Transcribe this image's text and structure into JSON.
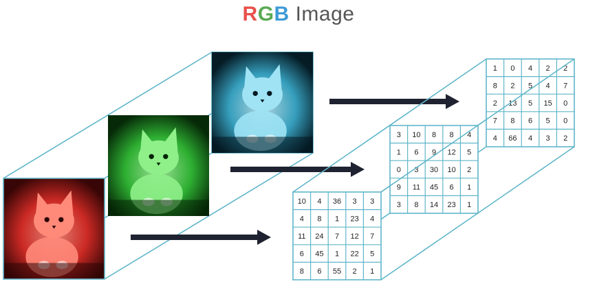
{
  "title": {
    "r": "R",
    "g": "G",
    "b": "B",
    "rest": "Image"
  },
  "colors": {
    "red_channel": "#e8302a",
    "green_channel": "#35c83a",
    "blue_channel": "#3fb7d9",
    "frame_line": "#5fb6c9",
    "arrow": "#1f2230"
  },
  "matrices": {
    "red": [
      [
        "10",
        "4",
        "36",
        "3",
        "3"
      ],
      [
        "4",
        "8",
        "1",
        "23",
        "4"
      ],
      [
        "11",
        "24",
        "7",
        "12",
        "7"
      ],
      [
        "6",
        "45",
        "1",
        "22",
        "5"
      ],
      [
        "8",
        "6",
        "55",
        "2",
        "1"
      ]
    ],
    "green": [
      [
        "3",
        "10",
        "8",
        "8",
        "4"
      ],
      [
        "1",
        "6",
        "9",
        "12",
        "5"
      ],
      [
        "0",
        "3",
        "30",
        "10",
        "2"
      ],
      [
        "9",
        "11",
        "45",
        "6",
        "1"
      ],
      [
        "3",
        "8",
        "14",
        "23",
        "1"
      ]
    ],
    "blue": [
      [
        "1",
        "0",
        "4",
        "2",
        "2"
      ],
      [
        "8",
        "2",
        "5",
        "4",
        "7"
      ],
      [
        "2",
        "13",
        "5",
        "15",
        "0"
      ],
      [
        "7",
        "8",
        "6",
        "5",
        "0"
      ],
      [
        "4",
        "66",
        "4",
        "3",
        "2"
      ]
    ]
  },
  "images": [
    {
      "channel": "red",
      "icon": "kitten-photo"
    },
    {
      "channel": "green",
      "icon": "kitten-photo"
    },
    {
      "channel": "blue",
      "icon": "kitten-photo"
    }
  ]
}
